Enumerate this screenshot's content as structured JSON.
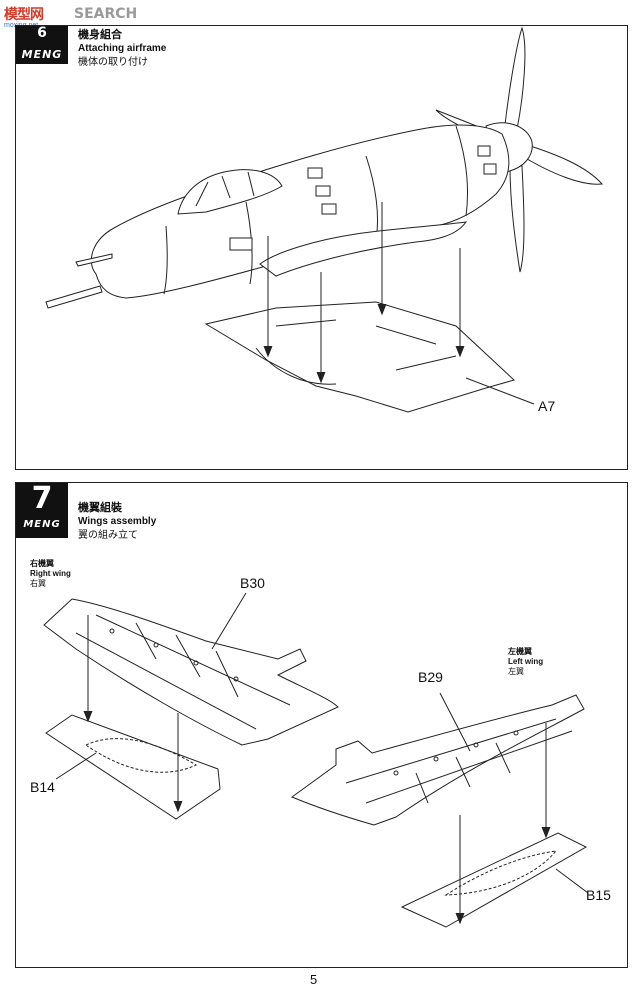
{
  "watermark": {
    "brand": "模型网",
    "search": "SEARCH",
    "url": "moxing.net"
  },
  "step6": {
    "title_zh": "機身組合",
    "title_en": "Attaching airframe",
    "title_ja": "機体の取り付け",
    "badge_logo": "MENG",
    "badge_number": "6",
    "parts": {
      "a7": "A7"
    }
  },
  "step7": {
    "number": "7",
    "badge_logo": "MENG",
    "title_zh": "機翼組裝",
    "title_en": "Wings assembly",
    "title_ja": "翼の組み立て",
    "right_wing": {
      "zh": "右機翼",
      "en": "Right wing",
      "ja": "右翼"
    },
    "left_wing": {
      "zh": "左機翼",
      "en": "Left wing",
      "ja": "左翼"
    },
    "parts": {
      "b30": "B30",
      "b14": "B14",
      "b29": "B29",
      "b15": "B15"
    }
  },
  "page_number": "5"
}
